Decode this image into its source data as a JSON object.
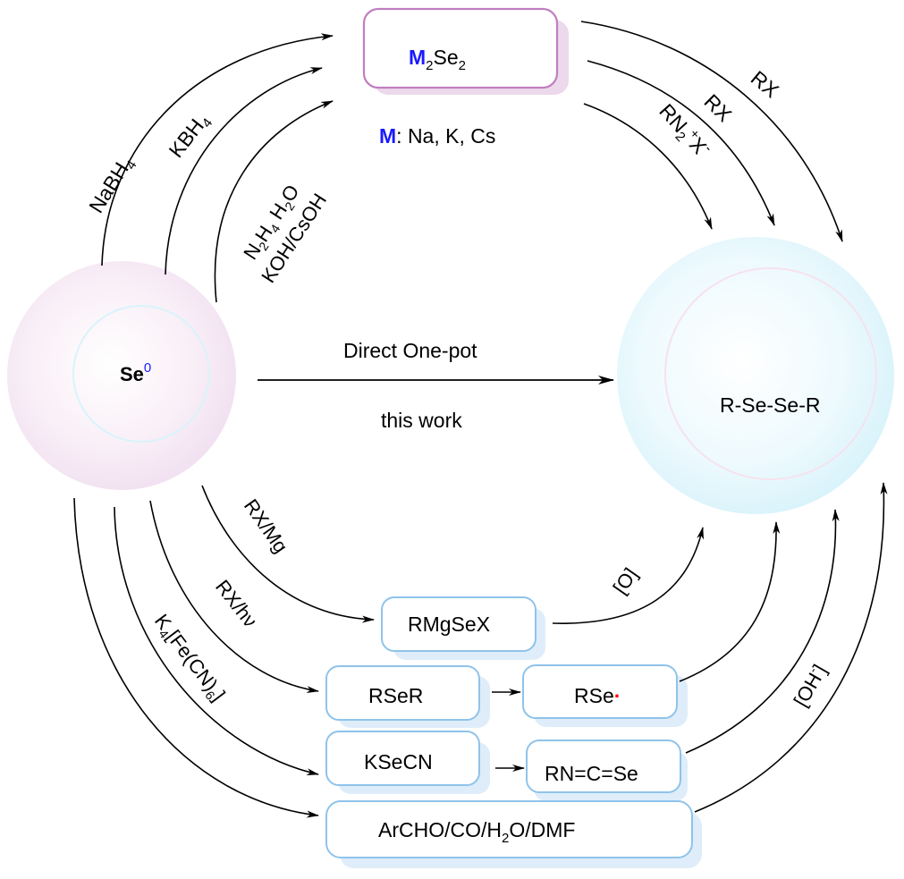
{
  "colors": {
    "metal_highlight": "#1a1aff",
    "radical_dot": "#ff0000",
    "top_box_border": "#c07fc0",
    "top_box_shadow": "#ecd9ec",
    "bottom_box_border": "#8fc3ea",
    "bottom_box_shadow": "#deedf9",
    "se_sphere": "#f4e6f2",
    "product_sphere": "#dff5fb"
  },
  "nodes": {
    "start": {
      "label": "Se",
      "superscript": "0"
    },
    "product": {
      "label": "R-Se-Se-R"
    },
    "diselenide_salt": {
      "metal": "M",
      "sub1": "2",
      "mid": "Se",
      "sub2": "2"
    },
    "metal_note": {
      "metal": "M",
      "text": ": Na, K, Cs"
    },
    "rmgsex": {
      "label": "RMgSeX"
    },
    "rser": {
      "label": "RSeR"
    },
    "rse_radical": {
      "label": "RSe",
      "radical": "·"
    },
    "ksecn": {
      "label": "KSeCN"
    },
    "isoselenocyanate": {
      "label": "RN=C=Se"
    },
    "archo_system": {
      "p1": "ArCHO/CO/H",
      "sub": "2",
      "p2": "O/DMF"
    }
  },
  "main_route": {
    "label_top": "Direct One-pot",
    "label_bottom": "this work"
  },
  "reagents": {
    "nabh4": {
      "main": "NaBH",
      "sub": "4"
    },
    "kbh4": {
      "main": "KBH",
      "sub": "4"
    },
    "hydrazine": {
      "n": "N",
      "s1": "2",
      "h": "H",
      "s2": "4",
      "h2": " H",
      "s3": "2",
      "o": "O"
    },
    "koh_csoh": {
      "text": "KOH/CsOH"
    },
    "rx_outer": {
      "text": "RX"
    },
    "rx_inner": {
      "text": "RX"
    },
    "diazonium": {
      "r": "RN",
      "sub": "2",
      "plus": "+",
      "x": "X",
      "minus": "-"
    },
    "rx_mg": {
      "text": "RX/Mg"
    },
    "rx_hv": {
      "text": "RX/hν"
    },
    "ferrocyanide": {
      "k": "K",
      "s1": "4",
      "mid": "[Fe(CN)",
      "s2": "6",
      "end": "]"
    },
    "oxidation": {
      "text": "[O]"
    },
    "hydroxide": {
      "open": "[OH",
      "sup": "-",
      "close": "]"
    }
  }
}
